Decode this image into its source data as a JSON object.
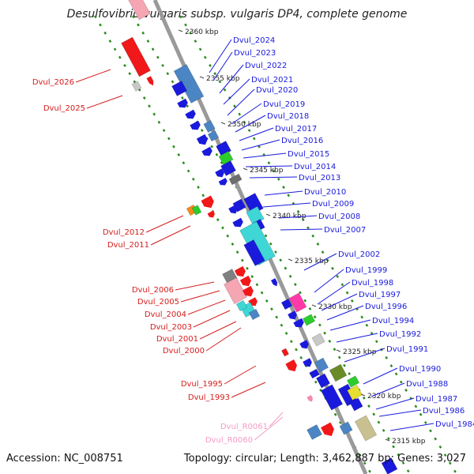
{
  "title": "Desulfovibrio vulgaris subsp. vulgaris DP4, complete genome",
  "accession": "Accession: NC_008751",
  "topology": "Topology: circular; Length: 3,462,887 bp; Genes: 3,027",
  "colors": {
    "plus_label": "#1a1adc",
    "minus_label": "#d41c1c",
    "rna_label": "#f59ac4",
    "backbone": "#8c8c8c",
    "ticks": "#2b8a1e"
  },
  "kbp_ticks": [
    "2360 kbp",
    "2355 kbp",
    "2350 kbp",
    "2345 kbp",
    "2340 kbp",
    "2335 kbp",
    "2330 kbp",
    "2325 kbp",
    "2320 kbp",
    "2315 kbp"
  ],
  "plus_genes": [
    "Dvul_2024",
    "Dvul_2023",
    "Dvul_2022",
    "Dvul_2021",
    "Dvul_2020",
    "Dvul_2019",
    "Dvul_2018",
    "Dvul_2017",
    "Dvul_2016",
    "Dvul_2015",
    "Dvul_2014",
    "Dvul_2013",
    "Dvul_2010",
    "Dvul_2009",
    "Dvul_2008",
    "Dvul_2007",
    "Dvul_2002",
    "Dvul_1999",
    "Dvul_1998",
    "Dvul_1997",
    "Dvul_1996",
    "Dvul_1994",
    "Dvul_1992",
    "Dvul_1991",
    "Dvul_1990",
    "Dvul_1988",
    "Dvul_1987",
    "Dvul_1986",
    "Dvul_1984"
  ],
  "minus_genes": [
    "Dvul_2026",
    "Dvul_2025",
    "Dvul_2012",
    "Dvul_2011",
    "Dvul_2006",
    "Dvul_2005",
    "Dvul_2004",
    "Dvul_2003",
    "Dvul_2001",
    "Dvul_2000",
    "Dvul_1995",
    "Dvul_1993"
  ],
  "rna_genes": [
    "Dvul_R0061",
    "Dvul_R0060"
  ]
}
